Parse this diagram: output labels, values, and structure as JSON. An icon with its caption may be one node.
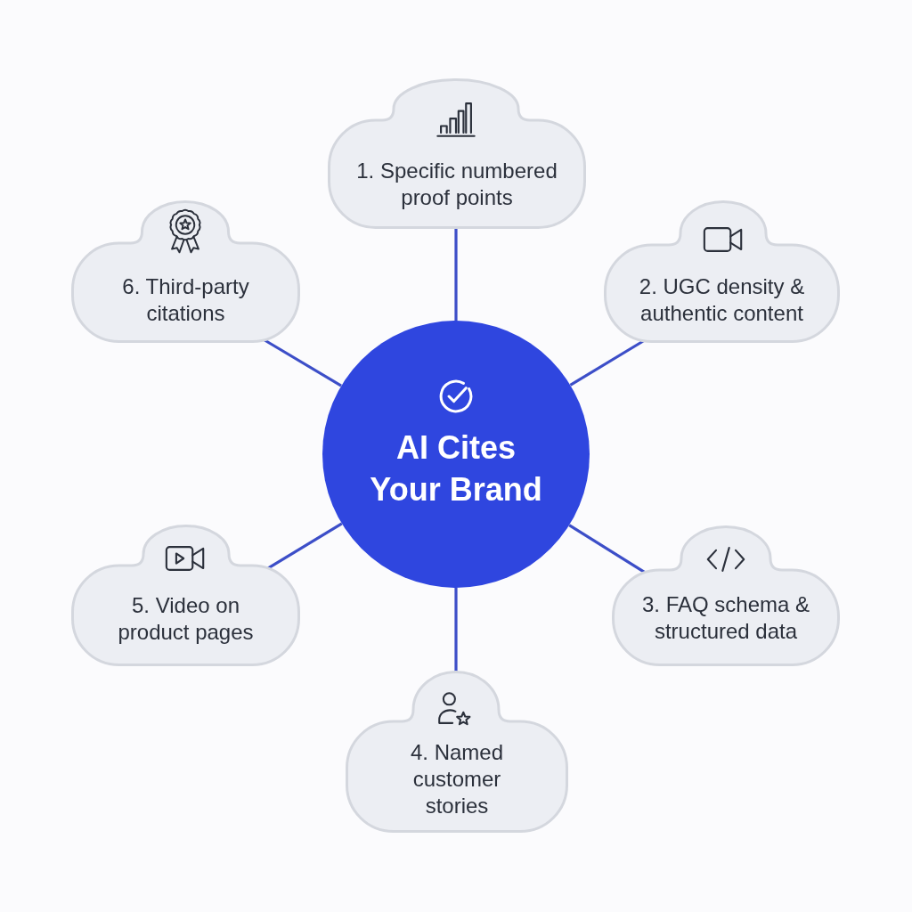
{
  "diagram": {
    "nodes": [
      {
        "text": [
          "AI Cites Your Brand"
        ]
      },
      {
        "text": [
          "1. Specific numbered proof points"
        ]
      },
      {
        "text": [
          "2. UGC density & authentic content"
        ]
      },
      {
        "text": [
          "3. FAQ schema & structured data"
        ]
      },
      {
        "text": [
          "4. Named customer stories"
        ]
      },
      {
        "text": [
          "5. Video on product pages"
        ]
      },
      {
        "text": [
          "6. Third-party citations"
        ]
      }
    ],
    "edges": [
      {
        "from": 0,
        "to": 1,
        "arrow": "none"
      },
      {
        "from": 0,
        "to": 2,
        "arrow": "none"
      },
      {
        "from": 0,
        "to": 3,
        "arrow": "none"
      },
      {
        "from": 0,
        "to": 4,
        "arrow": "none"
      },
      {
        "from": 0,
        "to": 5,
        "arrow": "none"
      },
      {
        "from": 0,
        "to": 6,
        "arrow": "none"
      }
    ]
  }
}
